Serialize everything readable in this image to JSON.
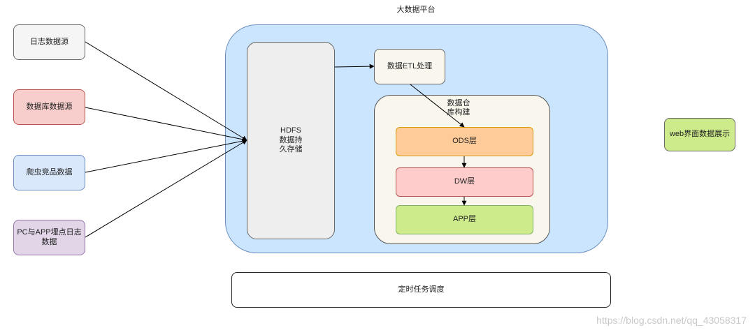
{
  "diagram": {
    "platform_title": "大数据平台",
    "sources": [
      "日志数据源",
      "数据库数据源",
      "爬虫竞品数据",
      "PC与APP埋点日志数据"
    ],
    "hdfs_label": "HDFS\n数据持\n久存储",
    "etl_label": "数据ETL处理",
    "warehouse_label": "数据仓\n库构建",
    "layers": [
      "ODS层",
      "DW层",
      "APP层"
    ],
    "web_label": "web界面数据展示",
    "scheduler_label": "定时任务调度"
  },
  "colors": {
    "platform_bg": "#cce5ff",
    "source_gray": "#f5f5f5",
    "source_red": "#f8cecc",
    "source_blue": "#dae8fc",
    "source_purple": "#e1d5e7",
    "hdfs_bg": "#eeeeee",
    "etl_bg": "#f9f7ed",
    "warehouse_bg": "#f9f7ed",
    "ods_bg": "#ffcc99",
    "dw_bg": "#ffcccc",
    "app_bg": "#cdeb8b",
    "web_bg": "#cdeb8b"
  },
  "watermark": "https://blog.csdn.net/qq_43058317"
}
